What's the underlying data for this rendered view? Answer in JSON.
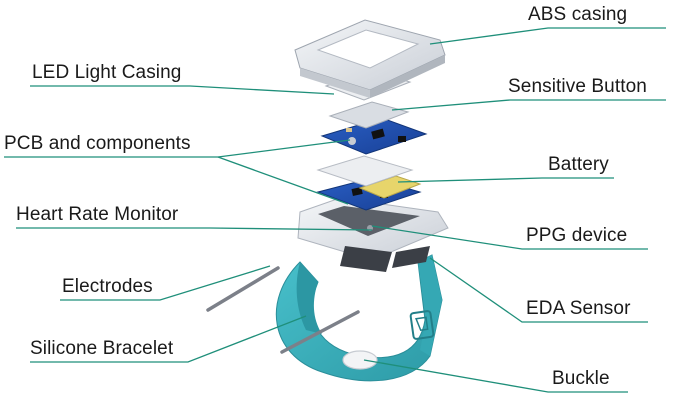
{
  "labels": {
    "abs_casing": "ABS casing",
    "led_light_casing": "LED Light Casing",
    "sensitive_button": "Sensitive Button",
    "pcb_components": "PCB and components",
    "battery": "Battery",
    "heart_rate_monitor": "Heart Rate Monitor",
    "ppg_device": "PPG device",
    "electrodes": "Electrodes",
    "eda_sensor": "EDA Sensor",
    "silicone_bracelet": "Silicone Bracelet",
    "buckle": "Buckle"
  },
  "colors": {
    "leader_line": "#1f8f7a",
    "bracelet": "#3ab3bf",
    "pcb": "#1f4fb0",
    "battery": "#e6d36a",
    "casing": "#e6e9ee"
  }
}
